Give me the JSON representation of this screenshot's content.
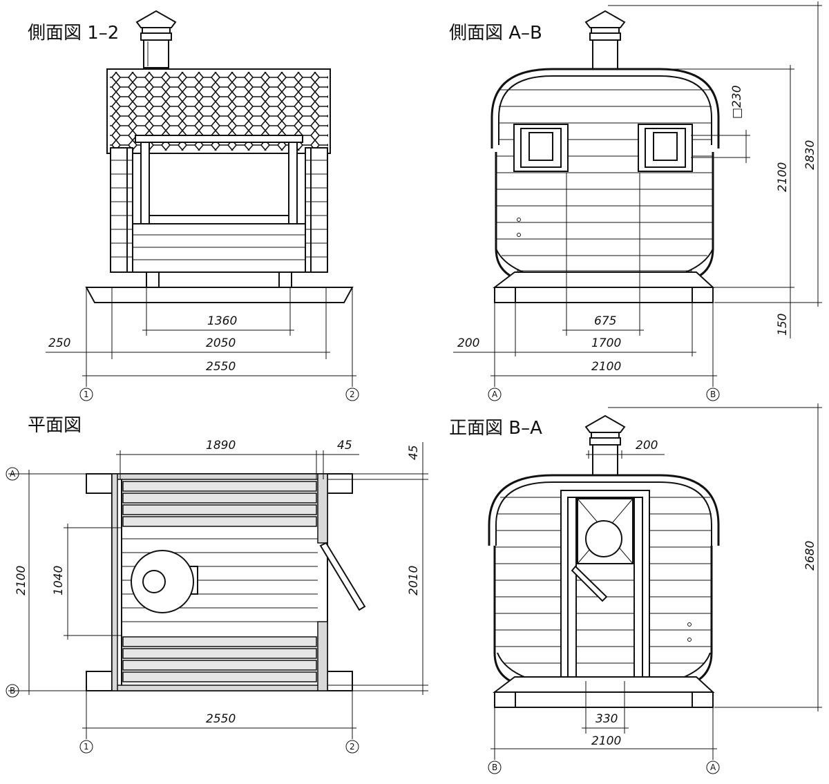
{
  "views": {
    "side_12": {
      "title": "側面図 1–2",
      "dims": [
        "1360",
        "250",
        "2050",
        "2550"
      ],
      "axes": [
        "1",
        "2"
      ]
    },
    "side_ab": {
      "title": "側面図 A–B",
      "dims": [
        "675",
        "200",
        "1700",
        "2100",
        "□230",
        "2100",
        "2830",
        "150"
      ],
      "axes": [
        "A",
        "B"
      ]
    },
    "plan": {
      "title": "平面図",
      "dims": [
        "1890",
        "45",
        "45",
        "2100",
        "1040",
        "2010",
        "2550"
      ],
      "axes": [
        "A",
        "B",
        "1",
        "2"
      ]
    },
    "front_ba": {
      "title": "正面図 B–A",
      "dims": [
        "200",
        "2680",
        "330",
        "2100"
      ],
      "axes": [
        "B",
        "A"
      ]
    }
  }
}
